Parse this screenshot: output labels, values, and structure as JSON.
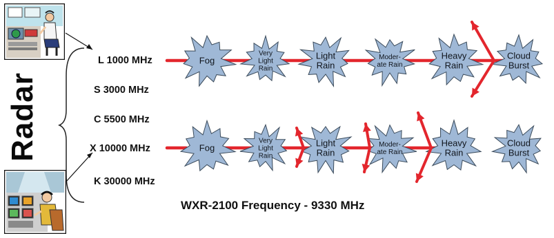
{
  "side_label": "Radar",
  "bands": [
    {
      "label": "L 1000 MHz"
    },
    {
      "label": "S 3000 MHz"
    },
    {
      "label": "C 5500 MHz"
    },
    {
      "label": "X 10000 MHz"
    },
    {
      "label": "K 30000 MHz"
    }
  ],
  "rows": [
    {
      "band": "L 1000 MHz",
      "stages": [
        {
          "lines": [
            "Fog"
          ]
        },
        {
          "lines": [
            "Very",
            "Light",
            "Rain"
          ]
        },
        {
          "lines": [
            "Light",
            "Rain"
          ]
        },
        {
          "lines": [
            "Moder-",
            "ate Rain"
          ]
        },
        {
          "lines": [
            "Heavy",
            "Rain"
          ]
        },
        {
          "lines": [
            "Cloud",
            "Burst"
          ]
        }
      ]
    },
    {
      "band": "X 10000 MHz",
      "stages": [
        {
          "lines": [
            "Fog"
          ]
        },
        {
          "lines": [
            "Very",
            "Light",
            "Rain"
          ]
        },
        {
          "lines": [
            "Light",
            "Rain"
          ]
        },
        {
          "lines": [
            "Moder-",
            "ate Rain"
          ]
        },
        {
          "lines": [
            "Heavy",
            "Rain"
          ]
        },
        {
          "lines": [
            "Cloud",
            "Burst"
          ]
        }
      ]
    }
  ],
  "footer": "WXR-2100 Frequency - 9330 MHz",
  "colors": {
    "starburst_fill": "#9fb8d6",
    "starburst_stroke": "#3a4a5a",
    "beam": "#e3262d",
    "text": "#111111"
  }
}
